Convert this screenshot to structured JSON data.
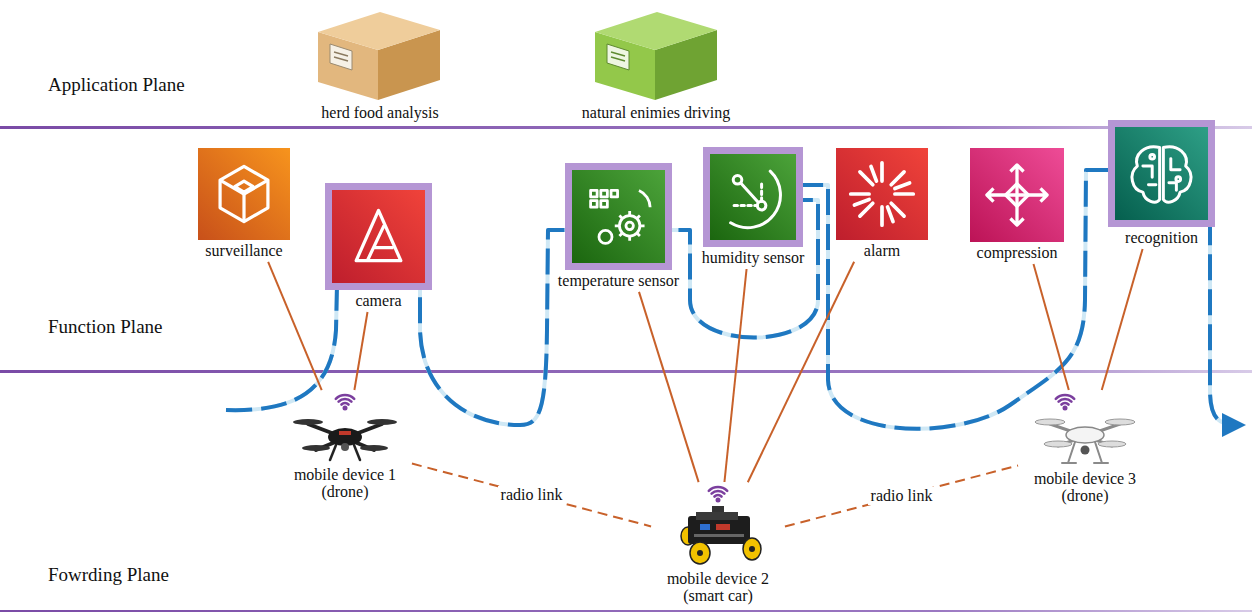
{
  "diagram": {
    "nodes": [
      {
        "text": [
          "herd food analysis"
        ]
      },
      {
        "text": [
          "natural enimies driving"
        ]
      },
      {
        "text": [
          "surveillance"
        ]
      },
      {
        "text": [
          "camera"
        ]
      },
      {
        "text": [
          "temperature sensor"
        ]
      },
      {
        "text": [
          "humidity sensor"
        ]
      },
      {
        "text": [
          "alarm"
        ]
      },
      {
        "text": [
          "compression"
        ]
      },
      {
        "text": [
          "recognition"
        ]
      },
      {
        "text": [
          "mobile device 1 (drone)"
        ]
      },
      {
        "text": [
          "mobile device 2 (smart car)"
        ]
      },
      {
        "text": [
          "mobile device 3 (drone)"
        ]
      }
    ],
    "edges": [
      {
        "from": 2,
        "to": 9,
        "arrow": "none"
      },
      {
        "from": 3,
        "to": 9,
        "arrow": "none"
      },
      {
        "from": 4,
        "to": 10,
        "arrow": "none"
      },
      {
        "from": 5,
        "to": 10,
        "arrow": "none"
      },
      {
        "from": 6,
        "to": 10,
        "arrow": "none"
      },
      {
        "from": 7,
        "to": 11,
        "arrow": "none"
      },
      {
        "from": 8,
        "to": 11,
        "arrow": "none"
      },
      {
        "from": 9,
        "to": 10,
        "label": "radio link",
        "arrow": "none"
      },
      {
        "from": 10,
        "to": 11,
        "label": "radio link",
        "arrow": "none"
      }
    ],
    "labels": [
      "Application Plane",
      "Function Plane",
      "Fowrding Plane"
    ]
  }
}
